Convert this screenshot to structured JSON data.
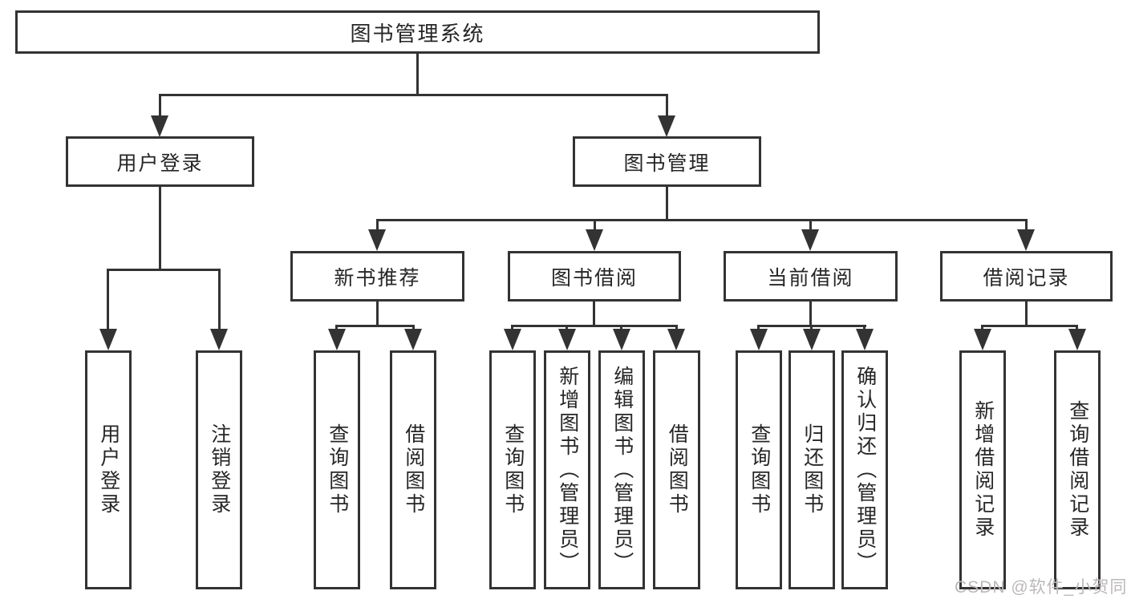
{
  "nodes": {
    "root": {
      "label": "图书管理系统"
    },
    "level2": [
      {
        "label": "用户登录"
      },
      {
        "label": "图书管理"
      }
    ],
    "level3": [
      {
        "label": "新书推荐"
      },
      {
        "label": "图书借阅"
      },
      {
        "label": "当前借阅"
      },
      {
        "label": "借阅记录"
      }
    ],
    "leaves": [
      {
        "label": "用户登录"
      },
      {
        "label": "注销登录"
      },
      {
        "label": "查询图书"
      },
      {
        "label": "借阅图书"
      },
      {
        "label": "查询图书"
      },
      {
        "label": "新增图书（管理员）"
      },
      {
        "label": "编辑图书（管理员）"
      },
      {
        "label": "借阅图书"
      },
      {
        "label": "查询图书"
      },
      {
        "label": "归还图书"
      },
      {
        "label": "确认归还（管理员）"
      },
      {
        "label": "新增借阅记录"
      },
      {
        "label": "查询借阅记录"
      }
    ]
  },
  "icons": {
    "arrow_down": "css-triangle-down"
  },
  "watermark": {
    "text": "CSDN @软件_小贺同学"
  },
  "colors": {
    "line": "#333333",
    "text": "#262626",
    "watermark": "#bcb8b8",
    "background": "#ffffff"
  }
}
